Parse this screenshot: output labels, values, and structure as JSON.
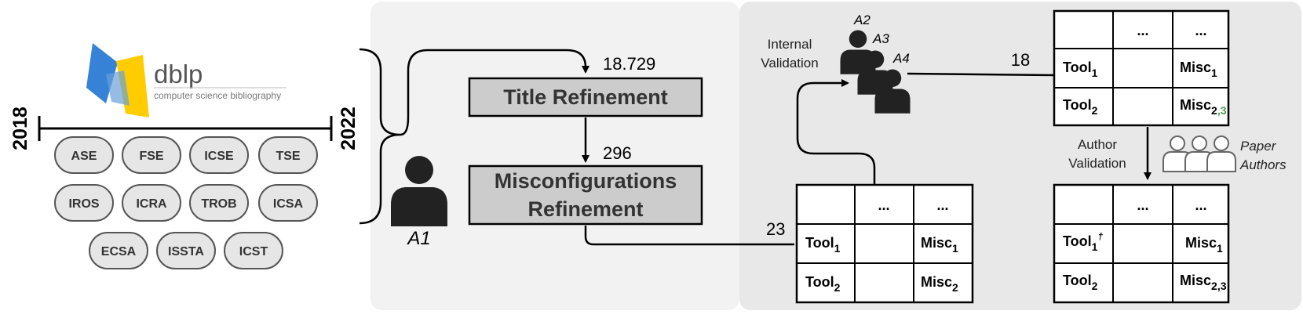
{
  "timeline": {
    "start_year": "2018",
    "end_year": "2022"
  },
  "dblp": {
    "name": "dblp",
    "tagline": "computer science bibliography"
  },
  "venues": [
    [
      "ASE",
      "FSE",
      "ICSE",
      "TSE"
    ],
    [
      "IROS",
      "ICRA",
      "TROB",
      "ICSA"
    ],
    [
      "ECSA",
      "ISSTA",
      "ICST"
    ]
  ],
  "people": {
    "a1": "A1",
    "a2": "A2",
    "a3": "A3",
    "a4": "A4"
  },
  "counts": {
    "initial": "18.729",
    "after_title": "296",
    "after_misc": "23",
    "after_internal": "18"
  },
  "steps": {
    "title_refinement": "Title Refinement",
    "misc_line1": "Misconfigurations",
    "misc_line2": "Refinement"
  },
  "labels": {
    "internal_line1": "Internal",
    "internal_line2": "Validation",
    "author_line1": "Author",
    "author_line2": "Validation",
    "paper_line1": "Paper",
    "paper_line2": "Authors"
  },
  "tables": {
    "ellipsis": "...",
    "tool": "Tool",
    "misc": "Misc",
    "sub1": "1",
    "sub2": "2",
    "sub23": "2,3",
    "sub_green_3": ",3",
    "dagger": "†"
  },
  "colors": {
    "highlight": "#4a9a5a",
    "box_fill": "#cccccc",
    "panel_left": "#f2f2f2",
    "panel_right": "#e8e8e8",
    "person": "#222222"
  }
}
